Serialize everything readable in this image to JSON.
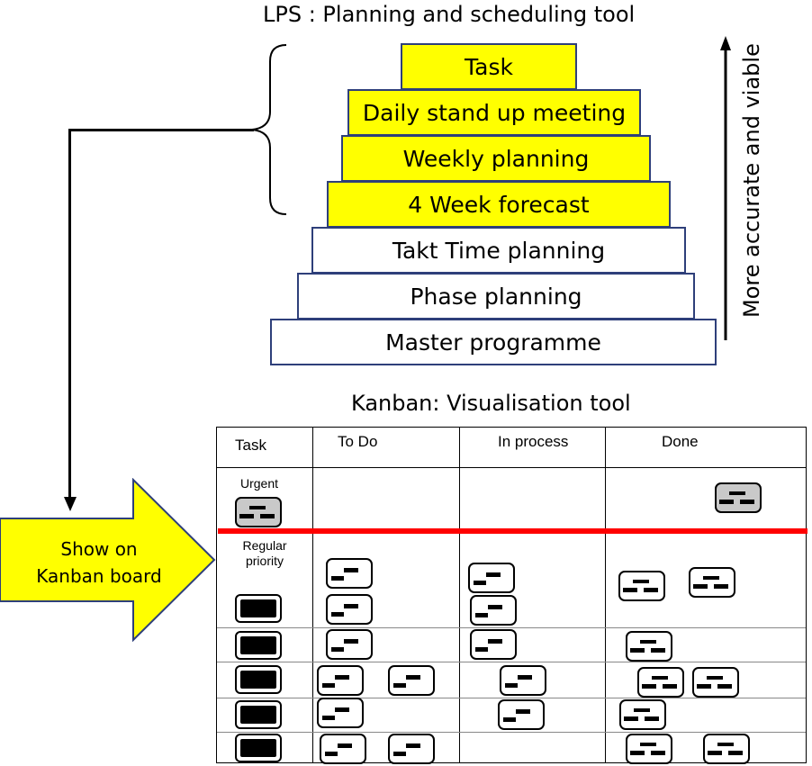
{
  "lps": {
    "title": "LPS : Planning and scheduling tool",
    "steps": [
      {
        "label": "Task",
        "highlight": true
      },
      {
        "label": "Daily stand up meeting",
        "highlight": true
      },
      {
        "label": "Weekly planning",
        "highlight": true
      },
      {
        "label": "4 Week forecast",
        "highlight": true
      },
      {
        "label": "Takt Time planning",
        "highlight": false
      },
      {
        "label": "Phase planning",
        "highlight": false
      },
      {
        "label": "Master programme",
        "highlight": false
      }
    ],
    "side_label": "More accurate and viable"
  },
  "arrow_label": {
    "line1": "Show on",
    "line2": "Kanban board"
  },
  "kanban": {
    "title": "Kanban: Visualisation tool",
    "columns": [
      "Task",
      "To Do",
      "In process",
      "Done"
    ],
    "urgent_label": "Urgent",
    "regular_label_1": "Regular",
    "regular_label_2": "priority"
  },
  "colors": {
    "highlight": "#ffff00",
    "step_border": "#2e3f7a",
    "divider": "#ff0000",
    "urgent_card": "#c9c9c9"
  }
}
